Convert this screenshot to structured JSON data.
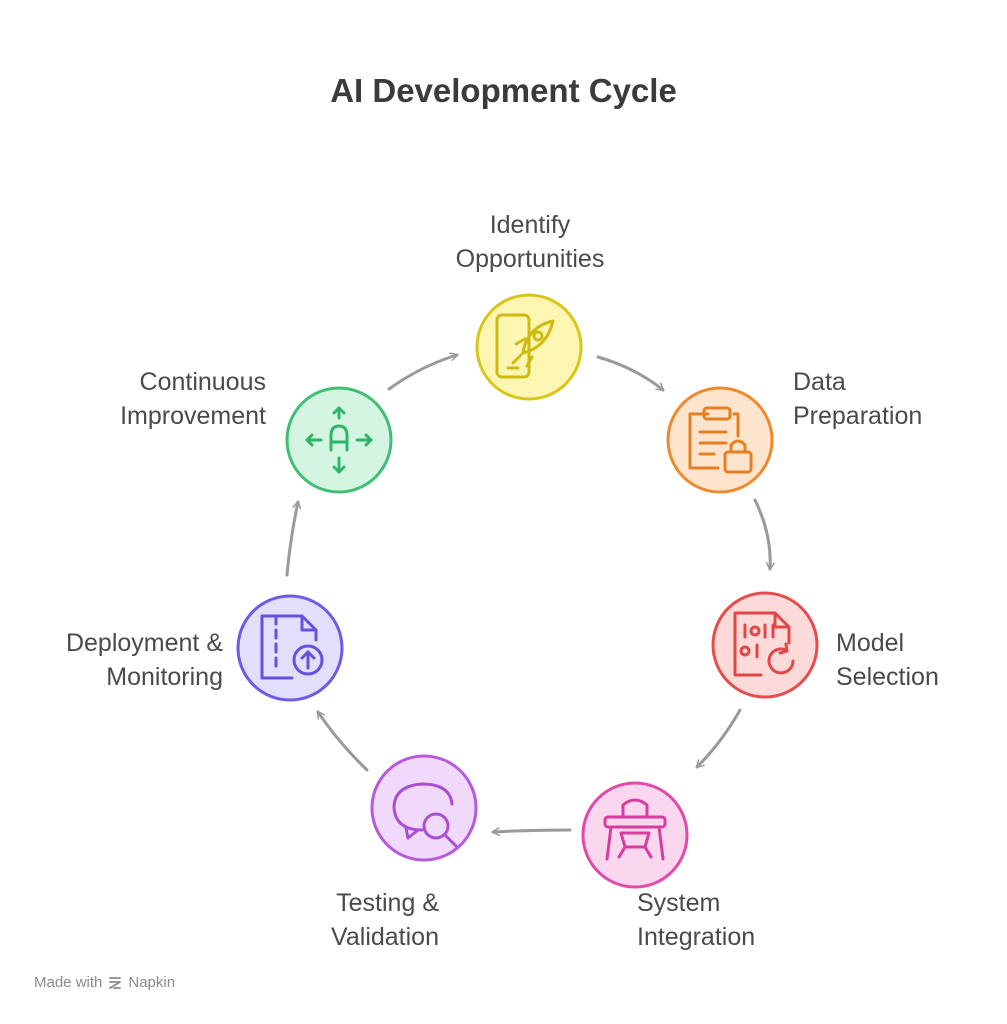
{
  "title": "AI Development Cycle",
  "colors": {
    "arrow": "#9a9a9a",
    "text": "#4a4a4a"
  },
  "steps": [
    {
      "id": "identify",
      "line1": "Identify",
      "line2": "Opportunities",
      "icon": "phone-rocket-icon",
      "fill": "#fdf6b2",
      "stroke": "#d9c619",
      "iconColor": "#cdbb12"
    },
    {
      "id": "data",
      "line1": "Data",
      "line2": "Preparation",
      "icon": "clipboard-lock-icon",
      "fill": "#fde4cc",
      "stroke": "#ee8a2e",
      "iconColor": "#e67e22"
    },
    {
      "id": "model",
      "line1": "Model",
      "line2": "Selection",
      "icon": "binary-file-refresh-icon",
      "fill": "#fddada",
      "stroke": "#e74c4c",
      "iconColor": "#e04848"
    },
    {
      "id": "system",
      "line1": "System",
      "line2": "Integration",
      "icon": "desk-chair-icon",
      "fill": "#fbd6ef",
      "stroke": "#e24aa8",
      "iconColor": "#d63d9c"
    },
    {
      "id": "testing",
      "line1": "Testing &",
      "line2": "Validation",
      "icon": "speech-search-icon",
      "fill": "#f1d9fb",
      "stroke": "#b65adf",
      "iconColor": "#a94fd4"
    },
    {
      "id": "deploy",
      "line1": "Deployment &",
      "line2": "Monitoring",
      "icon": "zip-upload-icon",
      "fill": "#e2dffd",
      "stroke": "#6d5ae6",
      "iconColor": "#6451e0"
    },
    {
      "id": "continuous",
      "line1": "Continuous",
      "line2": "Improvement",
      "icon": "touch-arrows-icon",
      "fill": "#d5f5e3",
      "stroke": "#3fbf73",
      "iconColor": "#2fb566"
    }
  ],
  "footer": {
    "prefix": "Made with",
    "brand": "Napkin"
  }
}
